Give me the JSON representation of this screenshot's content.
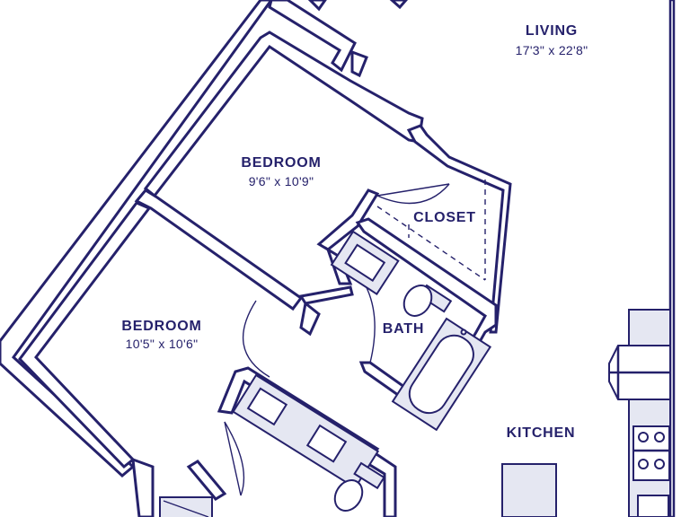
{
  "rooms": {
    "living": {
      "name": "LIVING",
      "dims": "17'3\" x 22'8\""
    },
    "bedroom_1": {
      "name": "BEDROOM",
      "dims": "9'6\" x 10'9\""
    },
    "bedroom_2": {
      "name": "BEDROOM",
      "dims": "10'5\" x 10'6\""
    },
    "closet": {
      "name": "CLOSET"
    },
    "bath_1": {
      "name": "BATH"
    },
    "kitchen": {
      "name": "KITCHEN"
    }
  },
  "colors": {
    "ink": "#25216b",
    "fixture_fill": "#e5e7f2",
    "background": "#ffffff"
  }
}
